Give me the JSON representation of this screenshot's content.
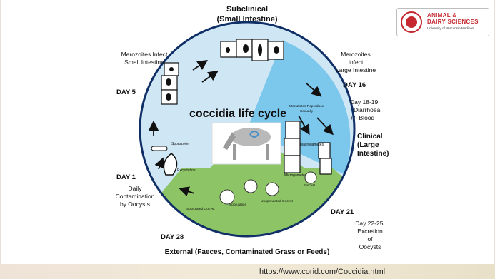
{
  "diagram": {
    "title": "coccidia life cycle",
    "top_label_line1": "Subclinical",
    "top_label_line2": "(Small Intestine)",
    "bottom_label": "External (Faeces, Contaminated Grass or Feeds)",
    "merozoites_small_line1": "Merozoites Infect",
    "merozoites_small_line2": "Small Intestine",
    "merozoites_large_line1": "Merozoites",
    "merozoites_large_line2": "Infect",
    "merozoites_large_line3": "Large Intestine",
    "day5": "DAY 5",
    "day16": "DAY 16",
    "day1": "DAY 1",
    "day21": "DAY 21",
    "day28": "DAY 28",
    "day18_line1": "Day 18-19:",
    "day18_line2": "Diarrhoea",
    "day18_line3": "+/- Blood",
    "clinical_line1": "Clinical",
    "clinical_line2": "(Large",
    "clinical_line3": "Intestine)",
    "daily_line1": "Daily",
    "daily_line2": "Contamination",
    "daily_line3": "by Oocysts",
    "day22_line1": "Day 22-25:",
    "day22_line2": "Excretion",
    "day22_line3": "of",
    "day22_line4": "Oocysts",
    "inner_sporozoite": "Sporozoite",
    "inner_excystation": "Excystation",
    "inner_merozoites_reproduce_line1": "Merozoites Reproduce",
    "inner_merozoites_reproduce_line2": "Sexually",
    "inner_macrogametes": "Macrogametes",
    "inner_microgametes": "Microgametes",
    "inner_oocyst": "Oocyst",
    "inner_sporulated_oocyst": "Sporulated Oocyst",
    "inner_sporulation": "Sporulation",
    "inner_unsporulated_oocyst": "Unsporulated Oocyst"
  },
  "logo": {
    "line1": "ANIMAL &",
    "line2": "DAIRY SCIENCES",
    "line3": "University of Wisconsin-Madison"
  },
  "footer": {
    "url": "https://www.corid.com/Coccidia.html"
  },
  "colors": {
    "circle_light": "#cfe6f5",
    "circle_blue": "#7cc7ec",
    "circle_green": "#8dc466",
    "ring": "#0f2f66"
  }
}
